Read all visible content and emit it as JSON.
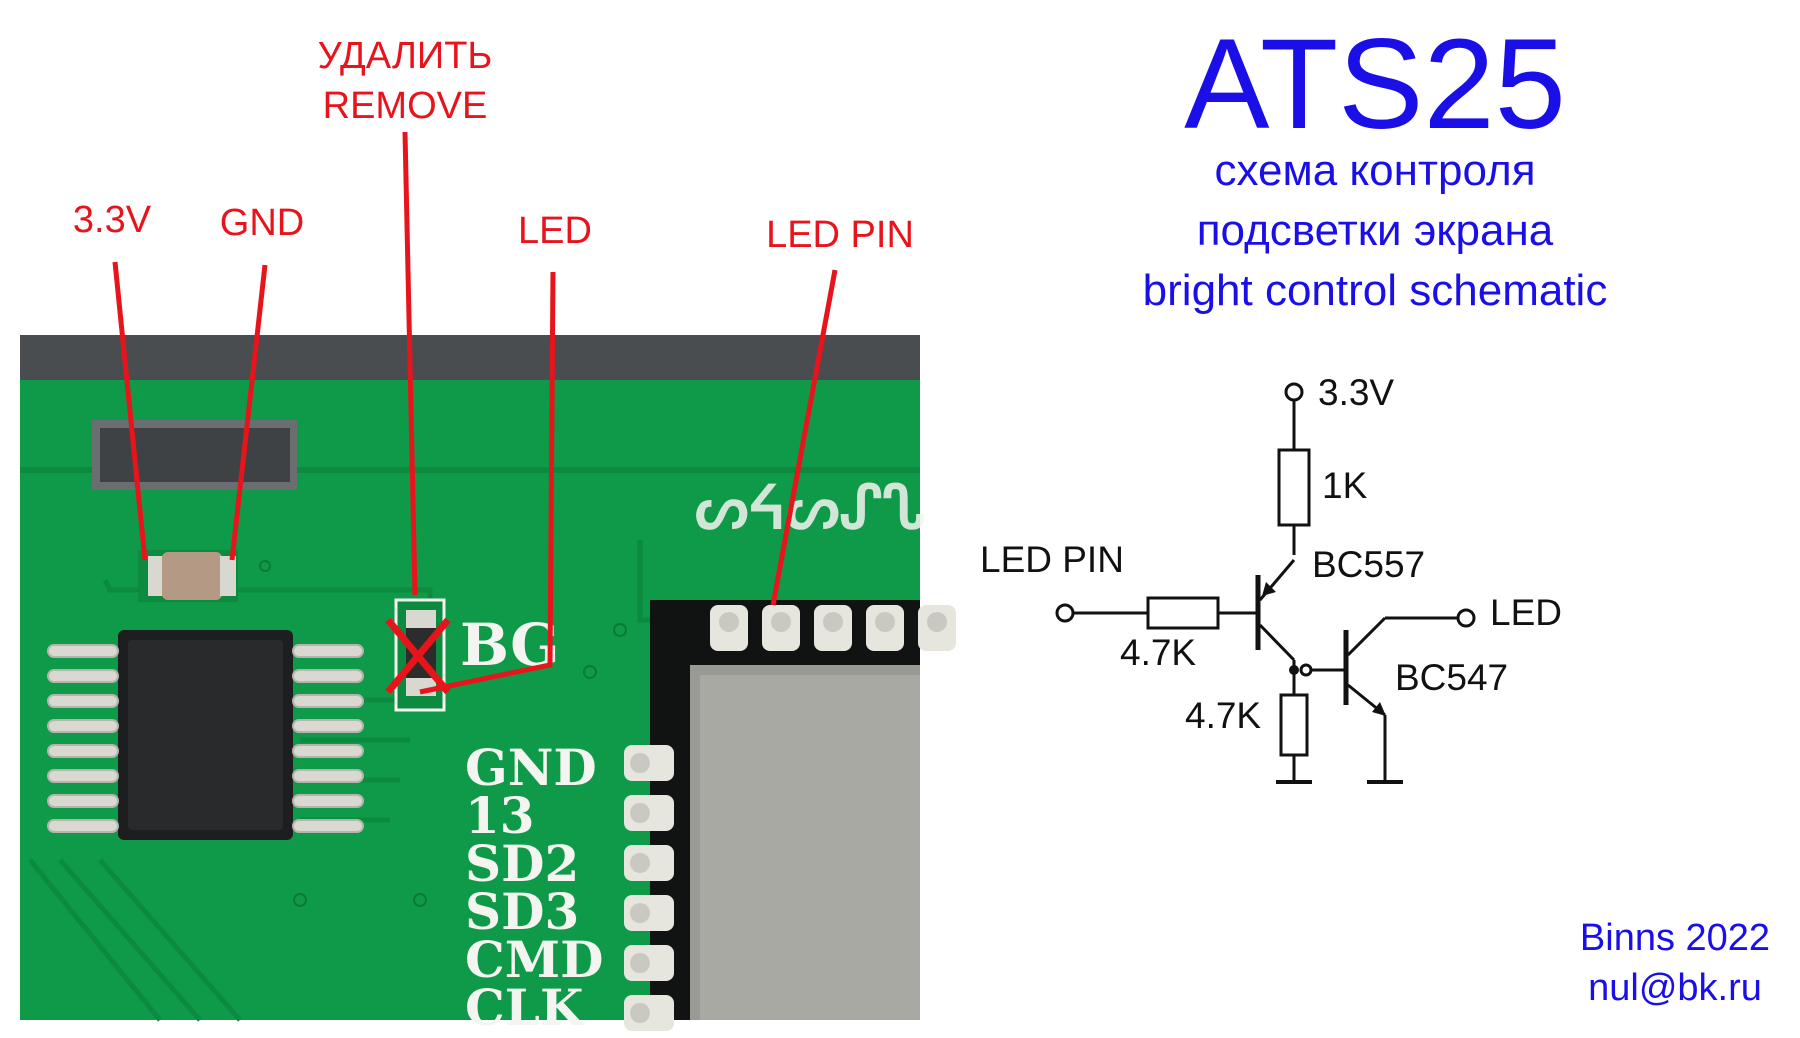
{
  "header": {
    "title": "ATS25",
    "subtitle_ru_1": "схема контроля",
    "subtitle_ru_2": "подсветки экрана",
    "subtitle_en": "bright control schematic"
  },
  "photo_labels": {
    "v33": "3.3V",
    "gnd": "GND",
    "remove_ru": "УДАЛИТЬ",
    "remove_en": "REMOVE",
    "led": "LED",
    "led_pin": "LED PIN"
  },
  "board_silkscreen": {
    "bg": "BG",
    "pins": [
      "GND",
      "13",
      "SD2",
      "SD3",
      "CMD",
      "CLK"
    ]
  },
  "schematic": {
    "supply": "3.3V",
    "r1": "1K",
    "q1": "BC557",
    "input": "LED PIN",
    "r2": "4.7K",
    "r3": "4.7K",
    "q2": "BC547",
    "output": "LED"
  },
  "credits": {
    "author": "Binns 2022",
    "email": "nul@bk.ru"
  },
  "colors": {
    "label_red": "#e8141c",
    "text_blue": "#1a0fe6",
    "pcb_green": "#0e9a48",
    "schematic_black": "#111111"
  }
}
